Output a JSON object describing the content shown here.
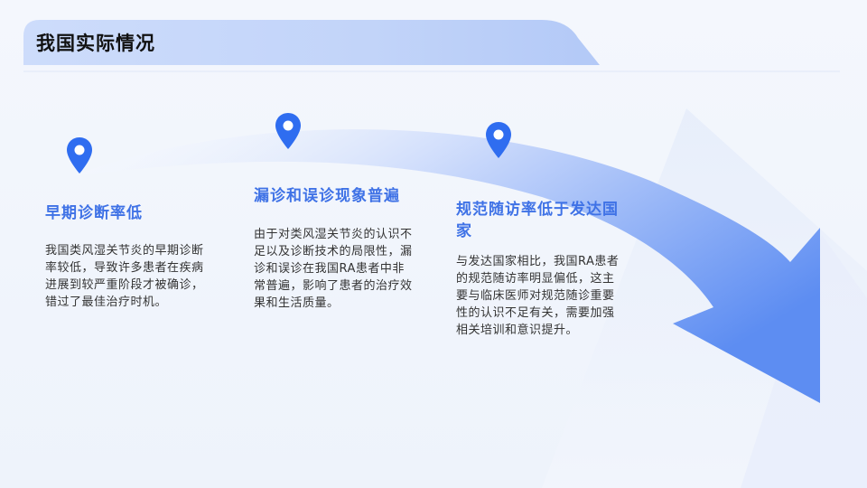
{
  "slide": {
    "title": "我国实际情况",
    "accent_color": "#2f6df0",
    "points": [
      {
        "heading": "早期诊断率低",
        "body": "我国类风湿关节炎的早期诊断率较低，导致许多患者在疾病进展到较严重阶段才被确诊，错过了最佳治疗时机。",
        "icon": "location-pin-icon"
      },
      {
        "heading": "漏诊和误诊现象普遍",
        "body": "由于对类风湿关节炎的认识不足以及诊断技术的局限性，漏诊和误诊在我国RA患者中非常普遍，影响了患者的治疗效果和生活质量。",
        "icon": "location-pin-icon"
      },
      {
        "heading": "规范随访率低于发达国家",
        "body": "与发达国家相比，我国RA患者的规范随访率明显偏低，这主要与临床医师对规范随诊重要性的认识不足有关，需要加强相关培训和意识提升。",
        "icon": "location-pin-icon"
      }
    ]
  }
}
